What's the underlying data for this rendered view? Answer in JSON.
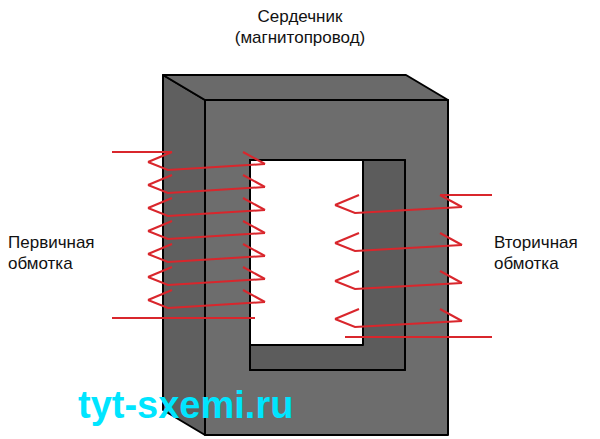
{
  "diagram": {
    "labels": [
      "Сердечник (магнитопровод)",
      "Первичная обмотка",
      "Вторичная обмотка",
      "tyt-sxemi.ru"
    ]
  }
}
